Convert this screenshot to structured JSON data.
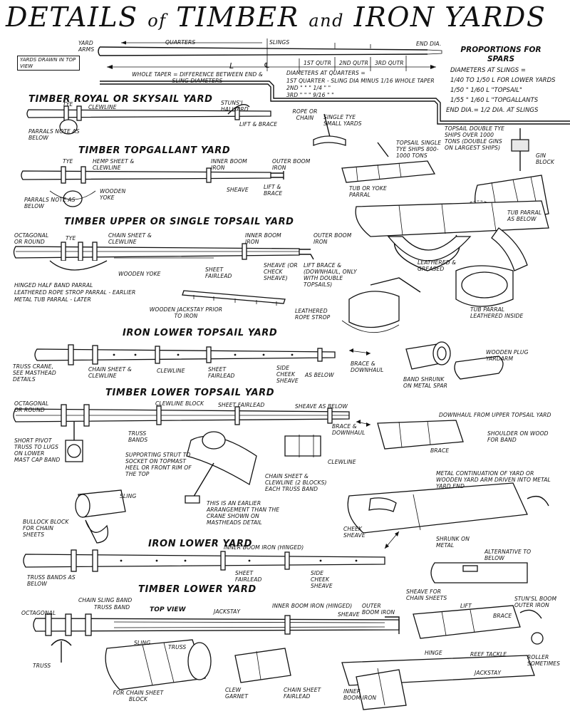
{
  "title": {
    "part1": "DETAILS",
    "of": "of",
    "part2": "TIMBER",
    "and": "and",
    "part3": "IRON YARDS"
  },
  "top_diagram": {
    "box_note": "YARDS DRAWN IN TOP VIEW",
    "yard_arms": "YARD ARMS",
    "quarters": "QUARTERS",
    "slings": "SLINGS",
    "end_dia": "END DIA.",
    "l_label": "L",
    "center_mark": "℄",
    "q1": "1ST QUTR",
    "q2": "2ND QUTR",
    "q3": "3RD QUTR",
    "whole_taper": "WHOLE TAPER = DIFFERENCE BETWEEN END & SLING DIAMETERS",
    "diam_q_title": "DIAMETERS AT QUARTERS =",
    "diam_q1": "1ST QUARTER - SLING DIA MINUS 1/16 WHOLE TAPER",
    "diam_q2": "2ND \" \" \" 1/4 \" \"",
    "diam_q3": "3RD \" \" \" 9/16 \" \""
  },
  "proportions": {
    "title": "PROPORTIONS FOR SPARS",
    "line0": "DIAMETERS AT SLINGS =",
    "line1": "1/40 TO 1/50 L FOR LOWER YARDS",
    "line2": "1/50 \" 1/60 L \"TOPSAIL\"",
    "line3": "1/55 \" 1/60 L \"TOPGALLANTS",
    "line4": "END DIA.= 1/2 DIA. AT SLINGS"
  },
  "sections": {
    "royal": {
      "heading": "TIMBER ROYAL OR SKYSAIL YARD",
      "tye": "TYE",
      "clewline": "CLEWLINE",
      "stunsl": "STUNS'L HALLIARD",
      "lift_brace": "LIFT & BRACE",
      "parrals": "PARRALS NOTE AS BELOW"
    },
    "topgallant": {
      "heading": "TIMBER TOPGALLANT YARD",
      "tye": "TYE",
      "hemp_sheet": "HEMP SHEET & CLEWLINE",
      "inner_boom": "INNER BOOM IRON",
      "outer_boom": "OUTER BOOM IRON",
      "parrals": "PARRALS NOTE AS BELOW",
      "wooden_yoke": "WOODEN YOKE",
      "sheave": "SHEAVE",
      "lift_brace": "LIFT & BRACE"
    },
    "upper_topsail": {
      "heading": "TIMBER UPPER OR SINGLE TOPSAIL YARD",
      "octagonal": "OCTAGONAL OR ROUND",
      "tye": "TYE",
      "chain_sheet": "CHAIN SHEET & CLEWLINE",
      "inner_boom": "INNER BOOM IRON",
      "outer_boom": "OUTER BOOM IRON",
      "wooden_yoke": "WOODEN YOKE",
      "sheet_fairlead": "SHEET FAIRLEAD",
      "sheave": "SHEAVE (OR CHECK SHEAVE)",
      "lift_brace": "LIFT BRACE & (DOWNHAUL, ONLY WITH DOUBLE TOPSAILS)",
      "note1": "HINGED HALF BAND PARRAL",
      "note2": "LEATHERED ROPE STROP PARRAL - EARLIER",
      "note3": "METAL TUB PARRAL - LATER",
      "jackstay": "WOODEN JACKSTAY PRIOR TO IRON",
      "rope_strop": "LEATHERED ROPE STROP"
    },
    "iron_lower_topsail": {
      "heading": "IRON LOWER TOPSAIL YARD",
      "truss_crane": "TRUSS CRANE, SEE MASTHEAD DETAILS",
      "chain_sheet": "CHAIN SHEET & CLEWLINE",
      "clewline": "CLEWLINE",
      "sheet_fairlead": "SHEET FAIRLEAD",
      "side_cheek": "SIDE CHEEK SHEAVE",
      "as_below": "AS BELOW",
      "brace_downhaul": "BRACE & DOWNHAUL",
      "band_shrunk": "BAND SHRUNK ON METAL SPAR",
      "wooden_plug": "WOODEN PLUG YARDARM"
    },
    "timber_lower_topsail": {
      "heading": "TIMBER LOWER TOPSAIL YARD",
      "octagonal": "OCTAGONAL OR ROUND",
      "clewline_block": "CLEWLINE BLOCK",
      "sheet_fairlead": "SHEET FAIRLEAD",
      "sheave_as_below": "SHEAVE AS BELOW",
      "truss_bands": "TRUSS BANDS",
      "brace_downhaul": "BRACE & DOWNHAUL",
      "short_pivot": "SHORT PIVOT TRUSS TO LUGS ON LOWER MAST CAP BAND",
      "supporting_strut": "SUPPORTING STRUT TO SOCKET ON TOPMAST HEEL OR FRONT RIM OF THE TOP",
      "earlier": "THIS IS AN EARLIER ARRANGEMENT THAN THE CRANE SHOWN ON MASTHEADS DETAIL",
      "chain_sheet": "CHAIN SHEET & CLEWLINE (2 BLOCKS) EACH TRUSS BAND",
      "clewline": "CLEWLINE",
      "downhaul_upper": "DOWNHAUL FROM UPPER TOPSAIL YARD",
      "shoulder": "SHOULDER ON WOOD FOR BAND",
      "brace": "BRACE"
    },
    "iron_lower": {
      "heading": "IRON LOWER YARD",
      "sling": "SLING",
      "bullock": "BULLOCK BLOCK FOR CHAIN SHEETS",
      "inner_boom": "INNER BOOM IRON (HINGED)",
      "truss_bands": "TRUSS BANDS AS BELOW",
      "sheet_fairlead": "SHEET FAIRLEAD",
      "side_cheek": "SIDE CHEEK SHEAVE",
      "metal_cont": "METAL CONTINUATION OF YARD OR WOODEN YARD ARM DRIVEN INTO METAL YARD END",
      "cheek_sheave": "CHEEK SHEAVE",
      "shrunk_metal": "SHRUNK ON METAL",
      "alternative": "ALTERNATIVE TO BELOW"
    },
    "timber_lower": {
      "heading": "TIMBER LOWER YARD",
      "chain_sling": "CHAIN SLING BAND",
      "truss_band": "TRUSS BAND",
      "octagonal": "OCTAGONAL",
      "top_view": "TOP VIEW",
      "jackstay": "JACKSTAY",
      "inner_boom": "INNER BOOM IRON (HINGED)",
      "sheave": "SHEAVE",
      "outer_boom": "OUTER BOOM IRON",
      "truss": "TRUSS",
      "sling": "SLING",
      "truss2": "TRUSS",
      "chain_sheet_block": "FOR CHAIN SHEET BLOCK",
      "clew_garnet": "CLEW GARNET",
      "chain_fairlead": "CHAIN SHEET FAIRLEAD",
      "sheave_chain": "SHEAVE FOR CHAIN SHEETS",
      "lift": "LIFT",
      "brace": "BRACE",
      "stunsl_boom": "STUN'SL BOOM OUTER IRON",
      "hinge": "HINGE",
      "reef_tackle": "REEF TACKLE",
      "roller": "ROLLER SOMETIMES",
      "jackstay2": "JACKSTAY",
      "inner_boom_iron": "INNER BOOM IRON"
    }
  },
  "parrals_detail": {
    "rope_chain": "ROPE OR CHAIN",
    "single_tye": "SINGLE TYE SMALL YARDS",
    "topsail_single": "TOPSAIL SINGLE TYE SHIPS 800-1000 TONS",
    "topsail_double": "TOPSAIL DOUBLE TYE SHIPS OVER 1000 TONS (DOUBLE GINS ON LARGEST SHIPS)",
    "gin_block": "GIN BLOCK",
    "tub_yoke": "TUB OR YOKE PARRAL",
    "tub_parral": "TUB PARRAL AS BELOW",
    "leathered_greased": "LEATHERED & GREASED",
    "tub_leathered": "TUB PARRAL LEATHERED INSIDE"
  }
}
